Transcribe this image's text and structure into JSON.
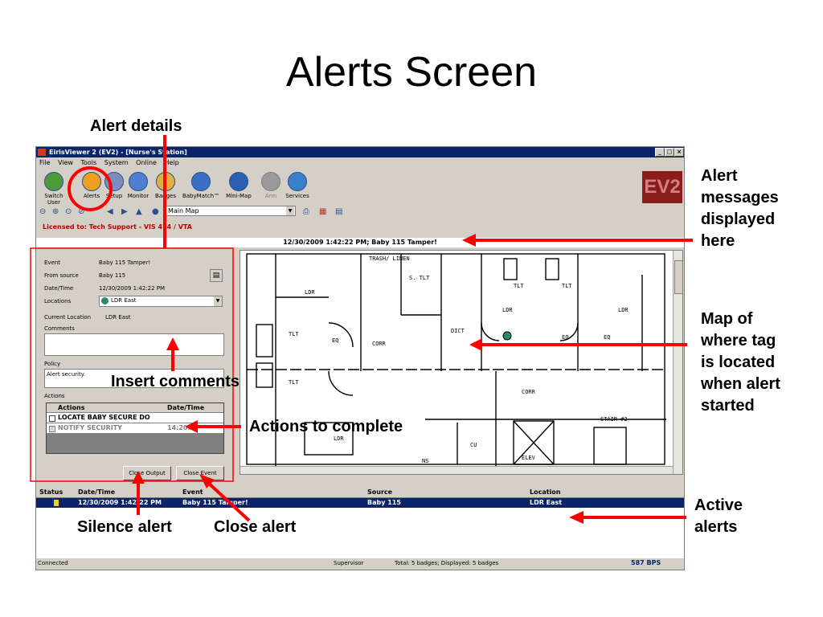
{
  "slide": {
    "title": "Alerts Screen"
  },
  "callouts": {
    "alert_details": "Alert details",
    "alert_messages": [
      "Alert",
      "messages",
      "displayed",
      "here"
    ],
    "map_location": [
      "Map of",
      "where tag",
      "is located",
      "when alert",
      "started"
    ],
    "insert_comments": "Insert comments",
    "actions_to_complete": "Actions to complete",
    "active_alerts": [
      "Active",
      "alerts"
    ],
    "silence_alert": "Silence alert",
    "close_alert": "Close alert"
  },
  "colors": {
    "annotation": "#ff0000",
    "titlebar": "#0a246a",
    "licensed": "#c00000"
  },
  "window": {
    "title": "EirisViewer 2 (EV2) - [Nurse's Station]",
    "menu": [
      "File",
      "View",
      "Tools",
      "System",
      "Online",
      "Help"
    ],
    "toolbar": [
      {
        "label": "Switch User",
        "icon": "switch-user-icon"
      },
      {
        "label": "Alerts",
        "icon": "alerts-icon"
      },
      {
        "label": "Setup",
        "icon": "setup-icon"
      },
      {
        "label": "Monitor",
        "icon": "monitor-icon"
      },
      {
        "label": "Badges",
        "icon": "badges-icon"
      },
      {
        "label": "BabyMatch™",
        "icon": "babymatch-icon"
      },
      {
        "label": "Mini-Map",
        "icon": "mini-map-icon"
      },
      {
        "label": "Arm",
        "icon": "arm-icon"
      },
      {
        "label": "Services",
        "icon": "services-icon"
      }
    ],
    "logo": "EV2",
    "map_select": "Main Map",
    "licensed": "Licensed to: Tech Support - VIS 474 / VTA",
    "alert_message": "12/30/2009 1:42:22 PM; Baby 115 Tamper!"
  },
  "details": {
    "event_label": "Event",
    "event_value": "Baby 115 Tamper!",
    "source_label": "From source",
    "source_value": "Baby 115",
    "datetime_label": "Date/Time",
    "datetime_value": "12/30/2009 1:42:22 PM",
    "locations_label": "Locations",
    "locations_value": "LDR East",
    "current_label": "Current Location",
    "current_value": "LDR East",
    "comments_label": "Comments",
    "policy_label": "Policy",
    "policy_value": "Alert security.",
    "actions_label": "Actions",
    "actions_headers": [
      "Actions",
      "Date/Time"
    ],
    "actions": [
      {
        "action": "LOCATE BABY SECURE DO",
        "time": ""
      },
      {
        "action": "NOTIFY SECURITY",
        "time": "14:20:4"
      }
    ],
    "close_output": "Close Output",
    "close_event": "Close Event"
  },
  "map_labels": [
    "TRASH/ LINEN",
    "S. TLT",
    "TLT",
    "TLT",
    "LDR",
    "LDR",
    "LDR",
    "TLT",
    "TLT",
    "EQ",
    "CORR",
    "DICT",
    "EQ",
    "EQ",
    "CORR",
    "LDR",
    "STAIR #2",
    "CU",
    "ELEV",
    "NS"
  ],
  "alerts_table": {
    "headers": [
      "Status",
      "Date/Time",
      "Event",
      "Source",
      "Location"
    ],
    "row": {
      "datetime": "12/30/2009 1:42:22 PM",
      "event": "Baby 115 Tamper!",
      "source": "Baby 115",
      "location": "LDR East"
    }
  },
  "statusbar": {
    "connected": "Connected",
    "role": "Supervisor",
    "totals": "Total: 5 badges; Displayed: 5 badges",
    "bps": "587 BPS"
  }
}
